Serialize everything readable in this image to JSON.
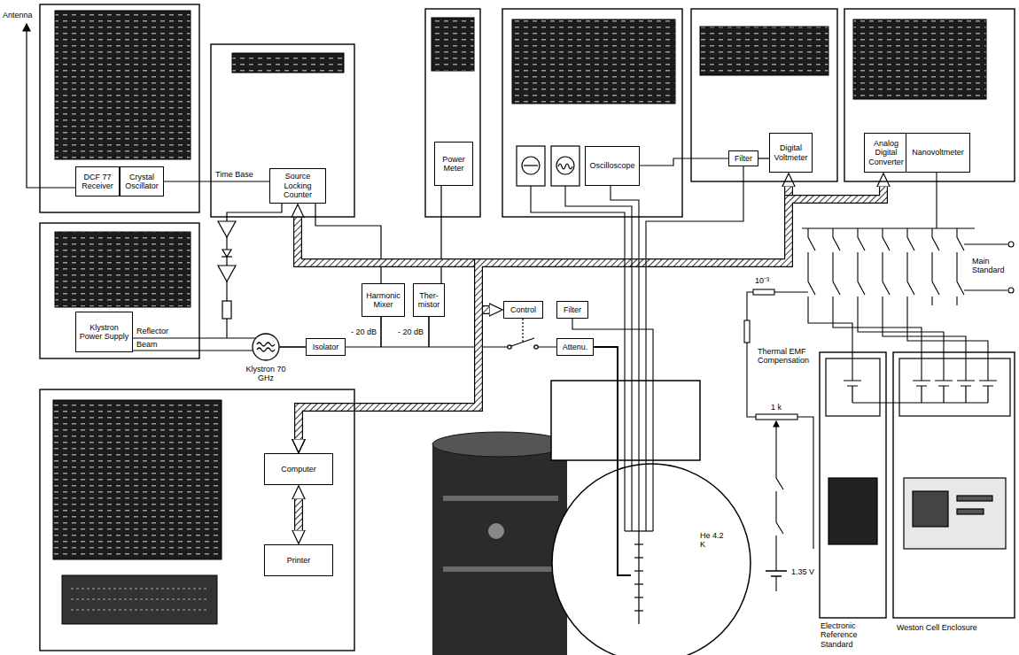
{
  "diagram": {
    "nodes": [
      {
        "text": [
          "DCF 77 Receiver"
        ]
      },
      {
        "text": [
          "Crystal Oscillator"
        ]
      },
      {
        "text": [
          "Source Locking Counter"
        ]
      },
      {
        "text": [
          "Power Meter"
        ]
      },
      {
        "text": [
          "Oscilloscope"
        ]
      },
      {
        "text": [
          "Digital Voltmeter"
        ]
      },
      {
        "text": [
          "Analog Digital Converter"
        ]
      },
      {
        "text": [
          "Nanovoltmeter"
        ]
      },
      {
        "text": [
          "Klystron Power Supply"
        ]
      },
      {
        "text": [
          "Isolator"
        ]
      },
      {
        "text": [
          "Harmonic Mixer"
        ]
      },
      {
        "text": [
          "Ther- mistor"
        ]
      },
      {
        "text": [
          "Control"
        ]
      },
      {
        "text": [
          "Filter"
        ]
      },
      {
        "text": [
          "Attenu."
        ]
      },
      {
        "text": [
          "Filter"
        ]
      },
      {
        "text": [
          "Computer"
        ]
      },
      {
        "text": [
          "Printer"
        ]
      }
    ],
    "edges": [
      {
        "from": 1,
        "to": 2,
        "label": "Time Base",
        "arrow": "none"
      },
      {
        "from": 10,
        "to": 2,
        "arrow": "none"
      },
      {
        "from": 11,
        "to": 3,
        "arrow": "none"
      },
      {
        "from": 9,
        "to": 14,
        "arrow": "none"
      },
      {
        "from": 15,
        "to": 5,
        "arrow": "none"
      },
      {
        "from": 16,
        "to": 2,
        "arrow": "both"
      },
      {
        "from": 16,
        "to": 12,
        "arrow": "both"
      },
      {
        "from": 16,
        "to": 5,
        "arrow": "both"
      },
      {
        "from": 16,
        "to": 6,
        "arrow": "both"
      },
      {
        "from": 16,
        "to": 17,
        "arrow": "both"
      }
    ],
    "labels": [
      "Antenna",
      "Reflector",
      "Beam",
      "Klystron 70 GHz",
      "- 20 dB",
      "- 20 dB",
      "10⁻³",
      "Thermal EMF Compensation",
      "1 k",
      "1.35 V",
      "He 4.2 K",
      "Main Standard",
      "Electronic Reference Standard",
      "Weston Cell Enclosure"
    ]
  }
}
